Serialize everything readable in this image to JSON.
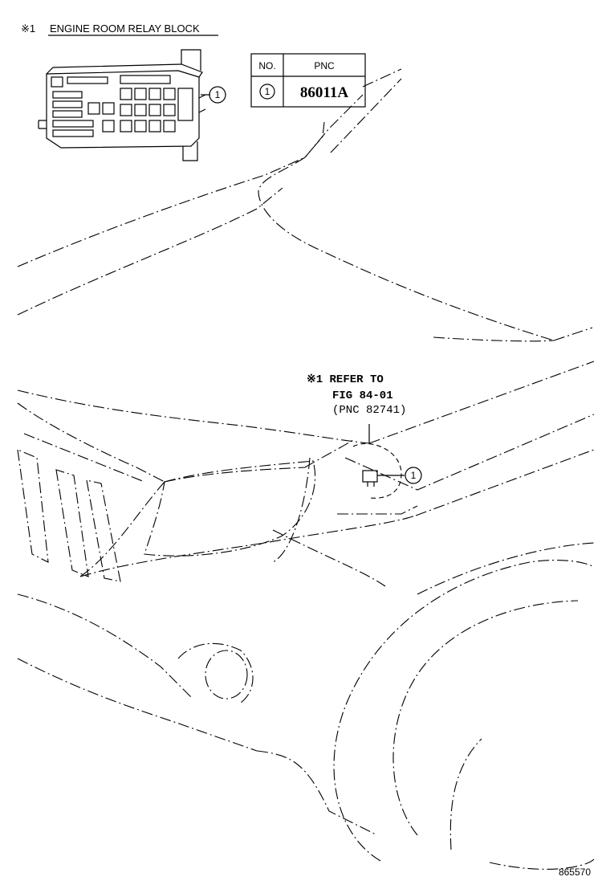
{
  "header": {
    "ref_mark": "※1",
    "title": "ENGINE ROOM RELAY BLOCK"
  },
  "parts_table": {
    "col_no": "NO.",
    "col_pnc": "PNC",
    "rows": [
      {
        "no": "1",
        "pnc": "86011A"
      }
    ]
  },
  "callouts": {
    "relay_block": "1",
    "vehicle_location": "1"
  },
  "refer_note": {
    "line1": "※1 REFER TO",
    "line2": "FIG 84-01",
    "line3": "(PNC 82741)"
  },
  "figure_number": "865570"
}
